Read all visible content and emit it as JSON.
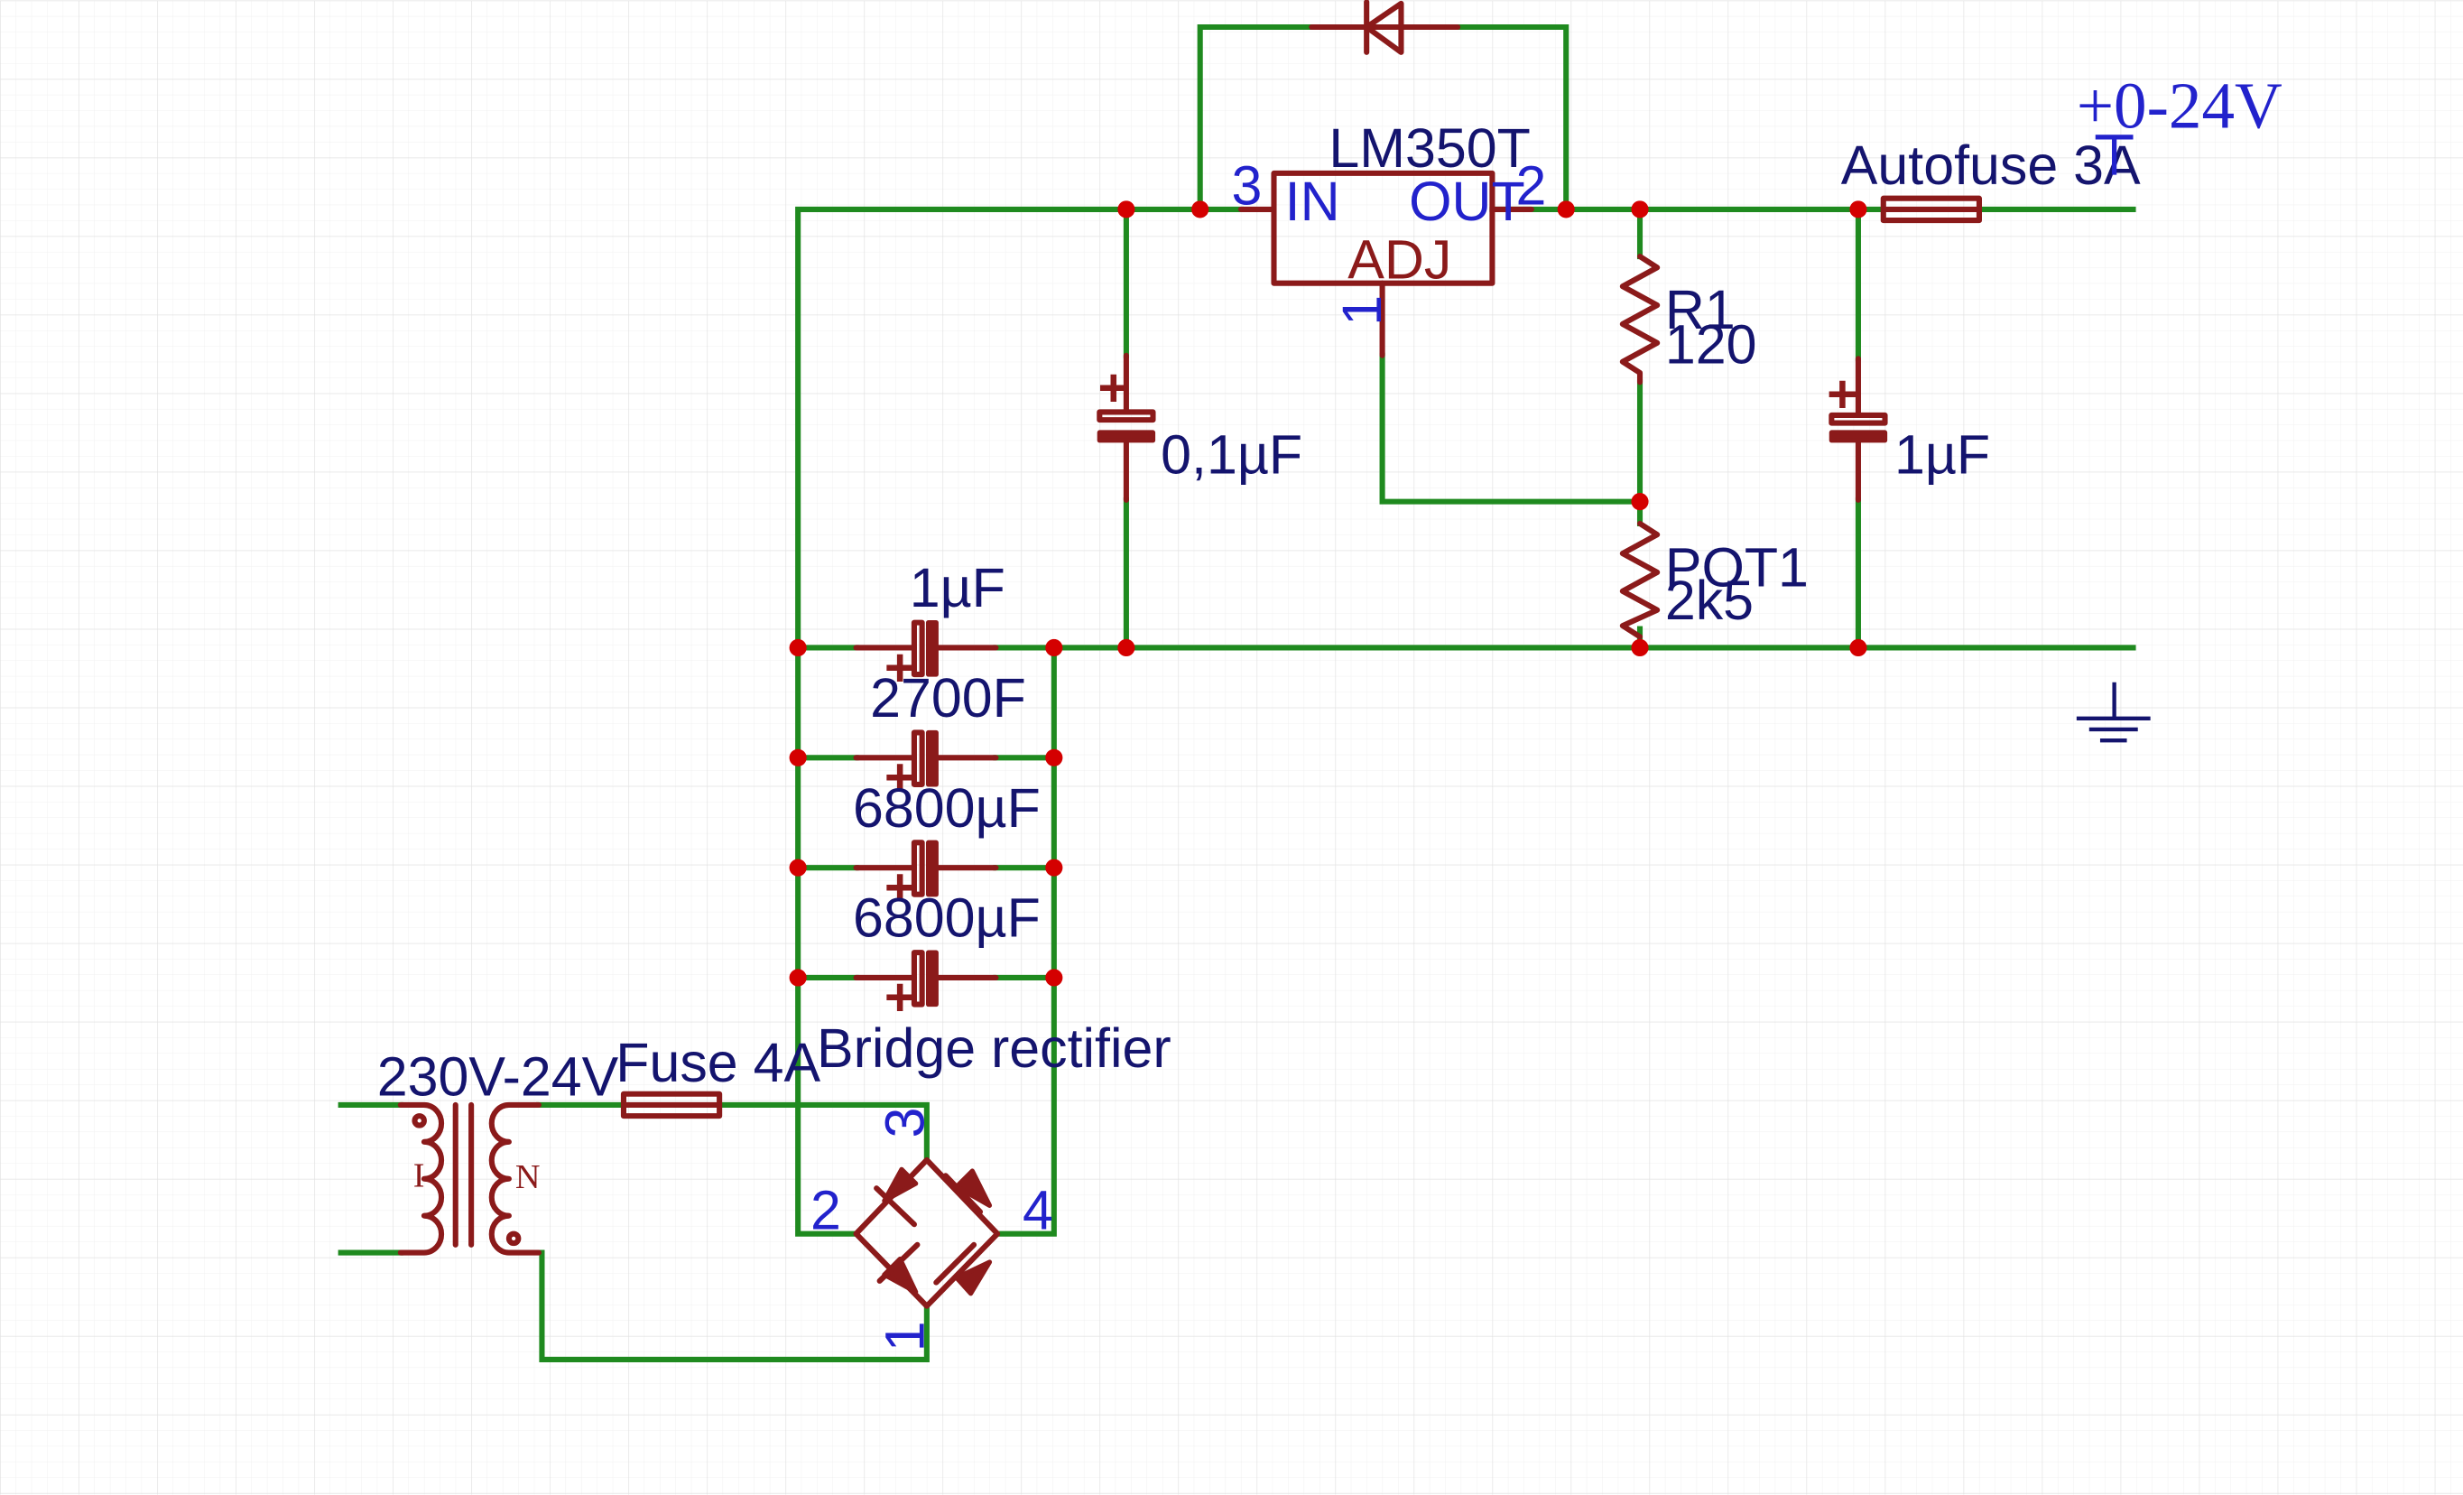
{
  "regulator": {
    "name": "LM350T",
    "pin_in_name": "IN",
    "pin_out_name": "OUT",
    "pin_adj_name": "ADJ",
    "pin_in_num": "3",
    "pin_out_num": "2",
    "pin_adj_num": "1"
  },
  "output": {
    "voltage_label": "+0-24V",
    "fuse_label": "Autofuse 3A",
    "cap_label": "1µF"
  },
  "input_cap": {
    "label": "0,1µF"
  },
  "r1": {
    "name": "R1",
    "value": "120"
  },
  "pot": {
    "name": "POT1",
    "value": "2k5"
  },
  "filter_caps": [
    {
      "label": "1µF",
      "plus": "+"
    },
    {
      "label": "2700F",
      "plus": "+"
    },
    {
      "label": "6800µF",
      "plus": "+"
    },
    {
      "label": "6800µF",
      "plus": "+"
    }
  ],
  "rectifier": {
    "label": "Bridge rectifier",
    "pin1": "1",
    "pin2": "2",
    "pin3": "3",
    "pin4": "4"
  },
  "transformer": {
    "label": "230V-24V",
    "primary_mark": "I",
    "secondary_mark": "N"
  },
  "fuse": {
    "label": "Fuse 4A"
  },
  "plus_sign": "+",
  "colors": {
    "wire": "#1f8a1f",
    "component": "#8b1a1a",
    "junction": "#d40000",
    "label": "#14146e",
    "pin_text": "#2222cc",
    "grid": "#e6e6e6"
  },
  "icons": {
    "ground": "ground-icon",
    "supply": "supply-icon"
  }
}
